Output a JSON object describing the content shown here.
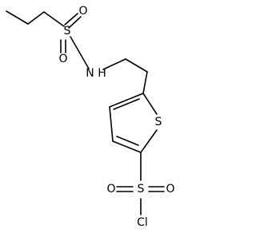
{
  "diagram": {
    "kind": "skeletal-formula",
    "atom_labels": {
      "sulfonyl_s_top": "S",
      "sulfonyl_o_top_a": "O",
      "sulfonyl_o_top_b": "O",
      "amine_nh": "N H",
      "thiophene_s": "S",
      "sulfonyl_s_bottom": "S",
      "sulfonyl_o_bottom_a": "O",
      "sulfonyl_o_bottom_b": "O",
      "chlorine": "Cl"
    },
    "colors": {
      "bond": "#000000",
      "label": "#000000",
      "background": "#ffffff"
    }
  }
}
